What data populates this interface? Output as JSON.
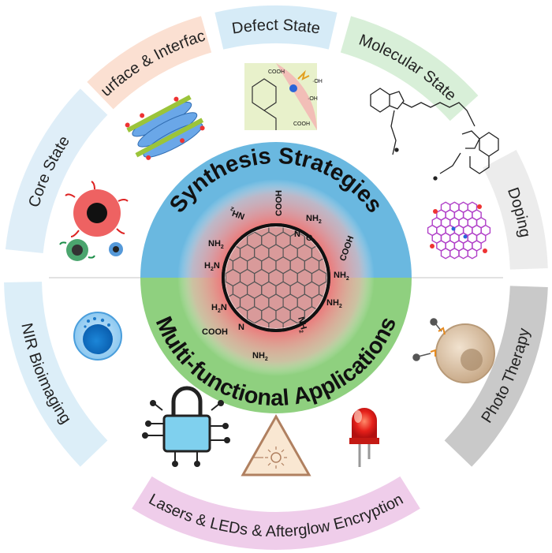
{
  "ring_segments": [
    {
      "id": "core-state",
      "label": "Core State",
      "color": "#dfeef8"
    },
    {
      "id": "surface-interface",
      "label": "Surface & Interface",
      "color": "#fbe0d2"
    },
    {
      "id": "defect-state",
      "label": "Defect State",
      "color": "#d6ebf7"
    },
    {
      "id": "molecular-state",
      "label": "Molecular State",
      "color": "#d8efd8"
    },
    {
      "id": "doping",
      "label": "Doping",
      "color": "#ececec"
    },
    {
      "id": "photo-therapy",
      "label": "Photo Therapy",
      "color": "#c9c9c9"
    },
    {
      "id": "lasers-leds-afterglow",
      "label": "Lasers  &  LEDs  &  Afterglow Encryption",
      "color": "#efcdea"
    },
    {
      "id": "nir-bioimaging",
      "label": "NIR Bioimaging",
      "color": "#dceef8"
    }
  ],
  "center": {
    "top_title": "Synthesis Strategies",
    "bottom_title": "Multi-functional Applications",
    "top_color": "#6ab8e0",
    "bottom_color": "#8fd07f"
  },
  "chem_labels": {
    "nh2": "NH",
    "sub2": "2",
    "cooh": "COOH",
    "o": "O",
    "n": "N",
    "h2n": "H",
    "oh": "·OH"
  },
  "icons": [
    "core-state-quantum-dots-icon",
    "layered-nanosheets-icon",
    "defect-surface-schematic-icon",
    "cyanine-dye-structure-icon",
    "doped-graphene-lattice-icon",
    "cell-bioimaging-icon",
    "circuit-padlock-icon",
    "laser-warning-triangle-icon",
    "red-led-icon",
    "photothermal-cell-icon",
    "carbon-dot-hexagon-core-icon"
  ]
}
